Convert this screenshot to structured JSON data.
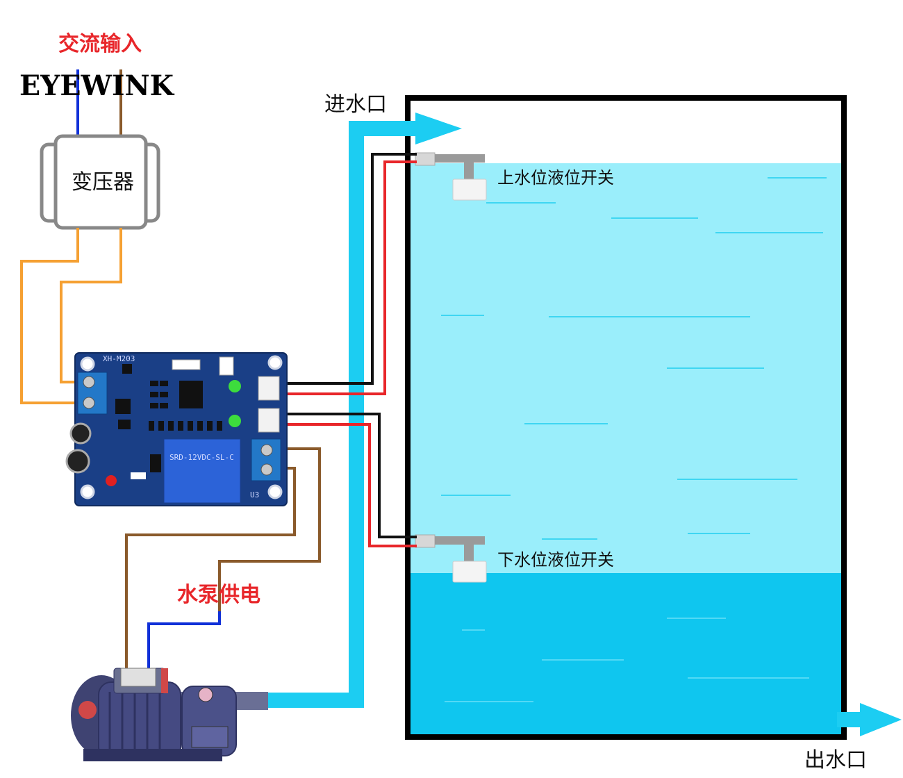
{
  "labels": {
    "ac_input": "交流输入",
    "brand": "EYEWINK",
    "transformer": "变压器",
    "inlet": "进水口",
    "upper_switch": "上水位液位开关",
    "lower_switch": "下水位液位开关",
    "pump_power": "水泵供电",
    "outlet": "出水口"
  },
  "board": {
    "model": "XH-M203",
    "relay_text": "SRD-12VDC-SL-C",
    "corner_mark": "U3"
  },
  "colors": {
    "water_light": "#9aeefb",
    "water_dark": "#0fc6ef",
    "pipe": "#1ccdf2",
    "board": "#1a3f86",
    "wire_red": "#e8262a",
    "wire_black": "#111111",
    "wire_orange": "#f5a032",
    "wire_brown": "#8a5a2b",
    "wire_blue": "#1030d8"
  }
}
